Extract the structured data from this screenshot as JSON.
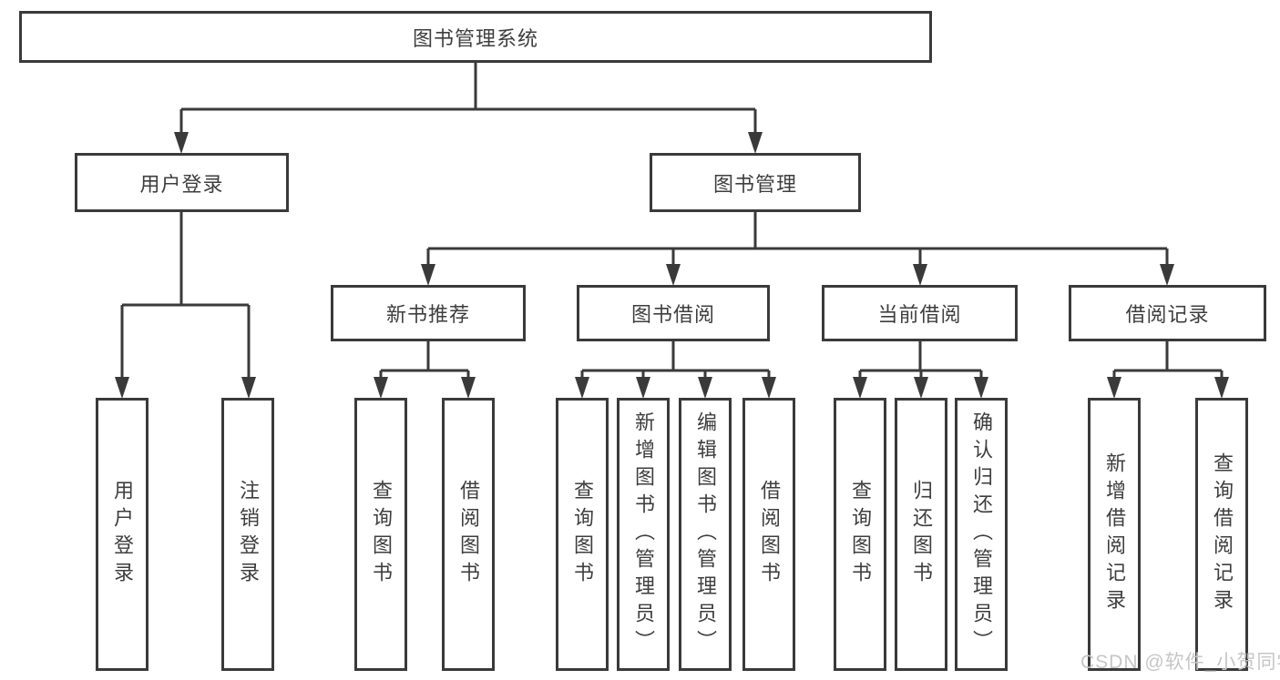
{
  "diagram": {
    "title": "图书管理系统",
    "level1": {
      "user_login": "用户登录",
      "book_management": "图书管理"
    },
    "level2": {
      "new_book_recommend": "新书推荐",
      "book_borrow": "图书借阅",
      "current_borrow": "当前借阅",
      "borrow_records": "借阅记录"
    },
    "leaves": {
      "user_login": [
        "用户登录",
        "注销登录"
      ],
      "new_book_recommend": [
        "查询图书",
        "借阅图书"
      ],
      "book_borrow": [
        "查询图书",
        "新增图书（管理员）",
        "编辑图书（管理员）",
        "借阅图书"
      ],
      "current_borrow": [
        "查询图书",
        "归还图书",
        "确认归还（管理员）"
      ],
      "borrow_records": [
        "新增借阅记录",
        "查询借阅记录"
      ]
    }
  },
  "watermark": {
    "text": "CSDN @软件_小贺同学"
  },
  "colors": {
    "line": "#3a3a3a",
    "text": "#3e3e3e",
    "watermark": "#c6c6c6",
    "background": "#ffffff"
  }
}
